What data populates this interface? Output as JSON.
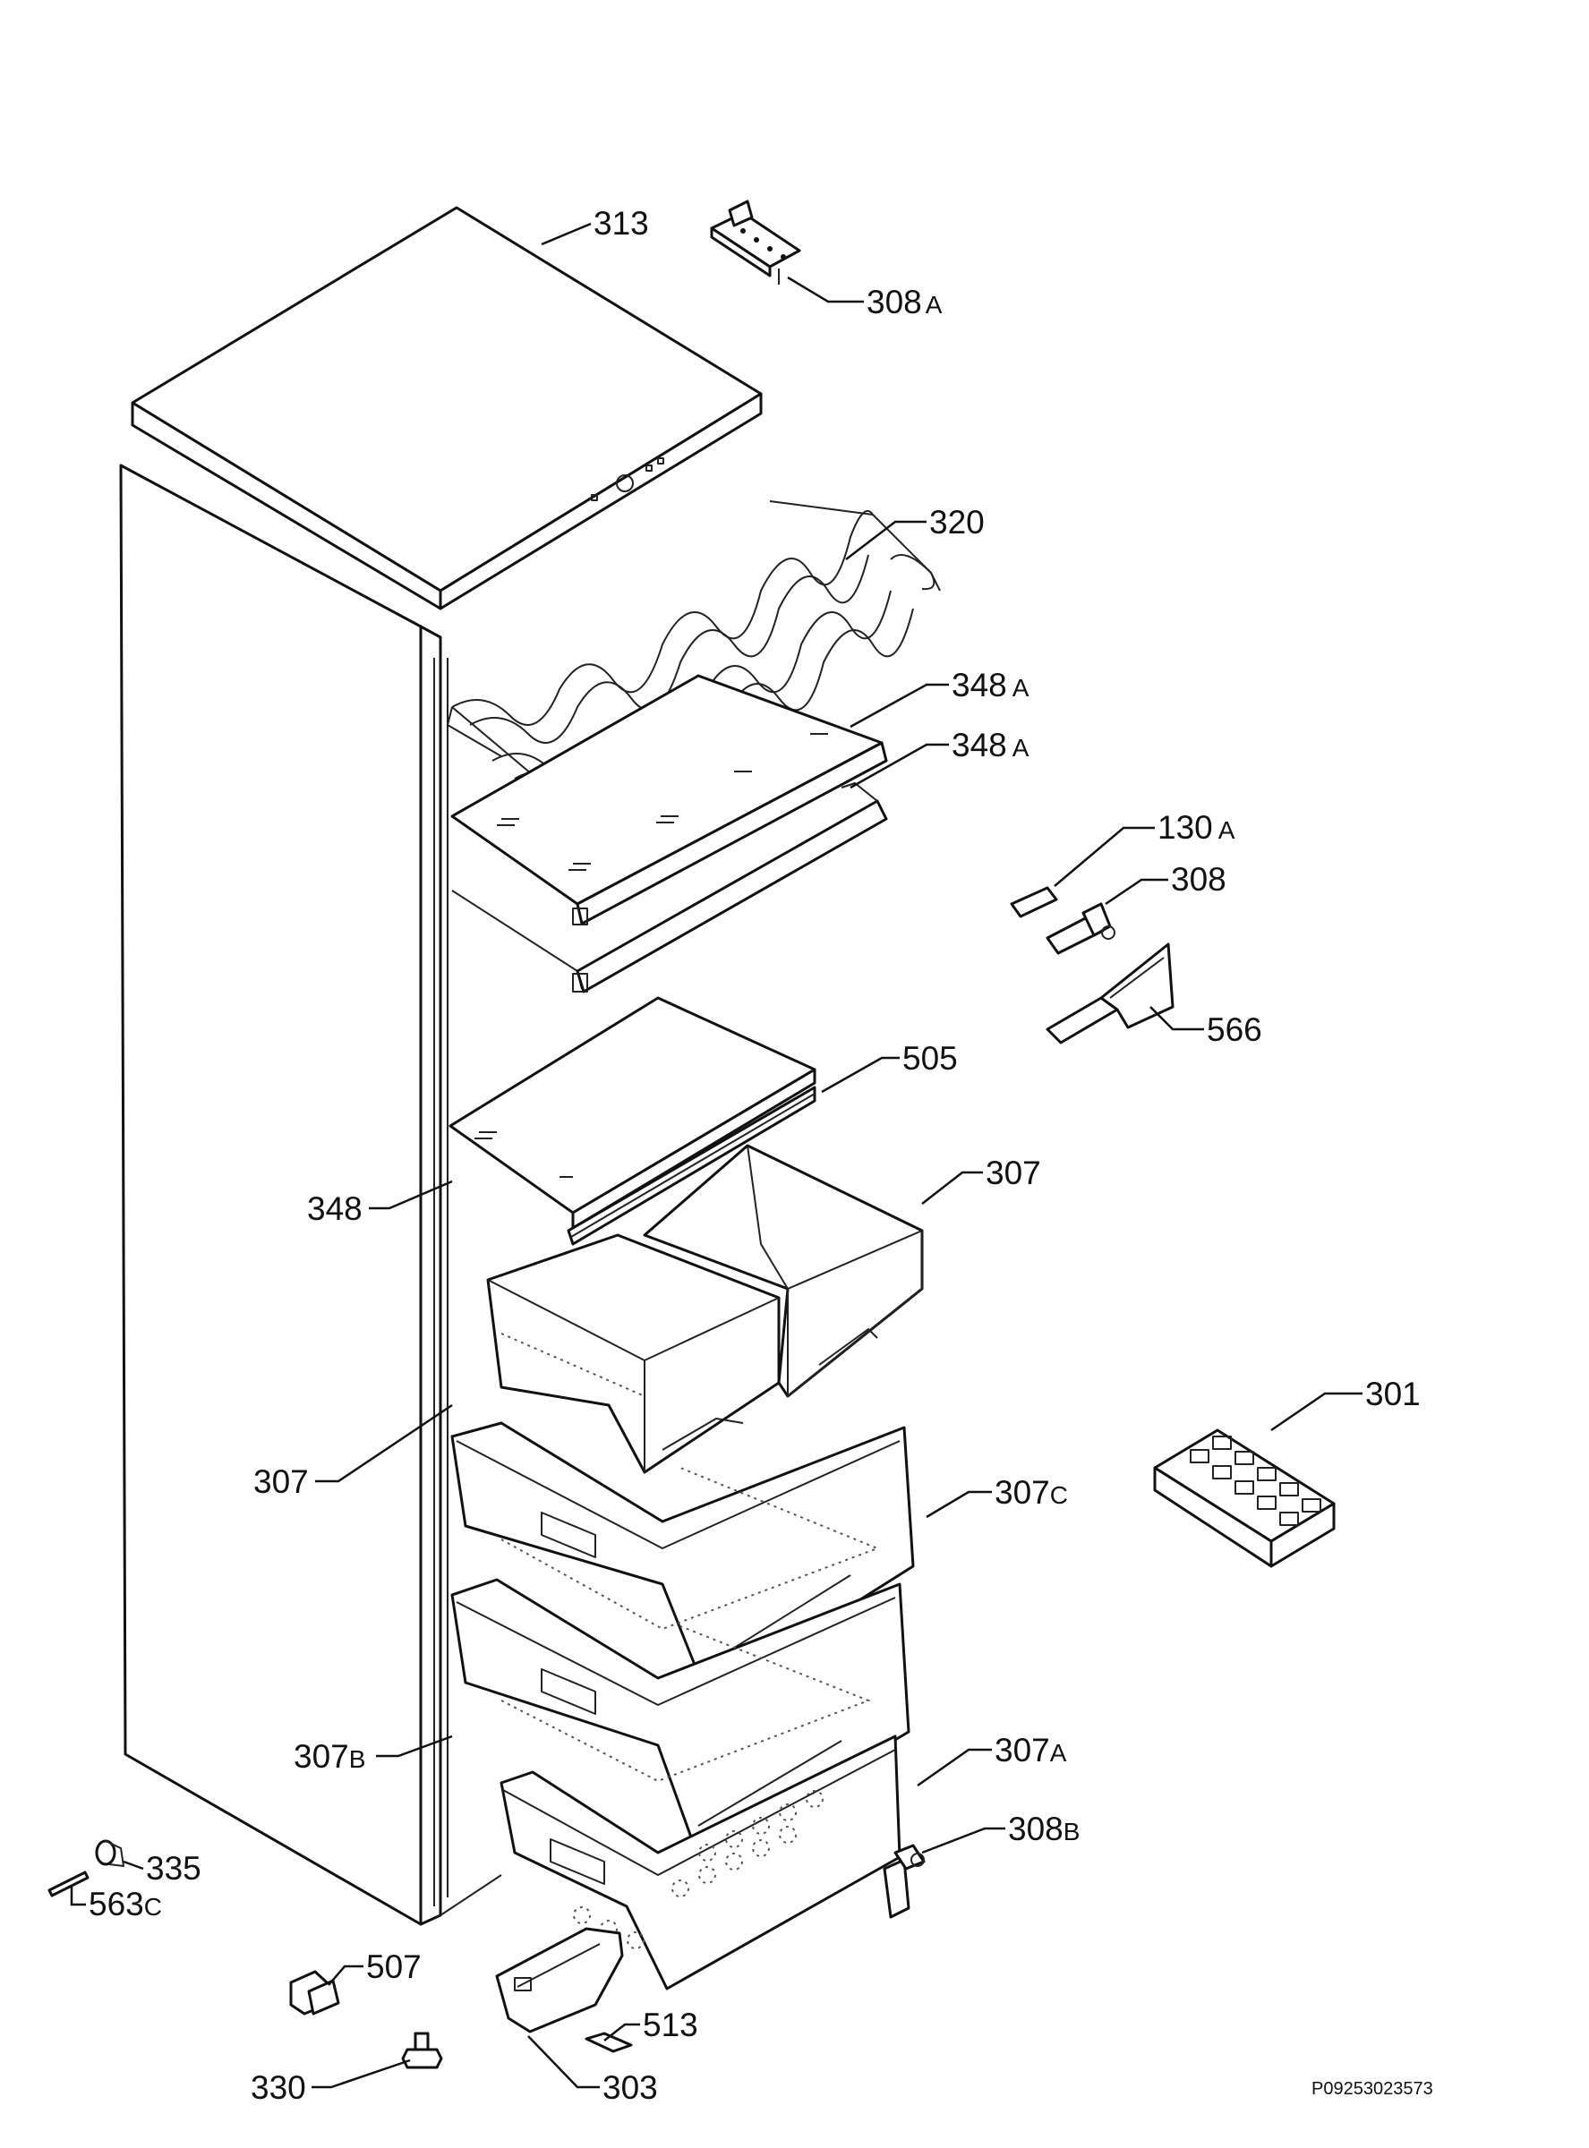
{
  "diagram": {
    "parts": [
      {
        "id": "p313",
        "num": "313",
        "suffix": ""
      },
      {
        "id": "p308a",
        "num": "308",
        "suffix": "A"
      },
      {
        "id": "p320",
        "num": "320",
        "suffix": ""
      },
      {
        "id": "p348a1",
        "num": "348",
        "suffix": "A"
      },
      {
        "id": "p348a2",
        "num": "348",
        "suffix": "A"
      },
      {
        "id": "p130a",
        "num": "130",
        "suffix": "A"
      },
      {
        "id": "p308",
        "num": "308",
        "suffix": ""
      },
      {
        "id": "p566",
        "num": "566",
        "suffix": ""
      },
      {
        "id": "p505",
        "num": "505",
        "suffix": ""
      },
      {
        "id": "p307r",
        "num": "307",
        "suffix": ""
      },
      {
        "id": "p348",
        "num": "348",
        "suffix": ""
      },
      {
        "id": "p301",
        "num": "301",
        "suffix": ""
      },
      {
        "id": "p307l",
        "num": "307",
        "suffix": ""
      },
      {
        "id": "p307c",
        "num": "307",
        "suffix": "C"
      },
      {
        "id": "p307b",
        "num": "307",
        "suffix": "B"
      },
      {
        "id": "p307a",
        "num": "307",
        "suffix": "A"
      },
      {
        "id": "p308b",
        "num": "308",
        "suffix": "B"
      },
      {
        "id": "p335",
        "num": "335",
        "suffix": ""
      },
      {
        "id": "p563c",
        "num": "563",
        "suffix": "C"
      },
      {
        "id": "p507",
        "num": "507",
        "suffix": ""
      },
      {
        "id": "p513",
        "num": "513",
        "suffix": ""
      },
      {
        "id": "p330",
        "num": "330",
        "suffix": ""
      },
      {
        "id": "p303",
        "num": "303",
        "suffix": ""
      }
    ],
    "drawing_code": "P09253023573"
  }
}
